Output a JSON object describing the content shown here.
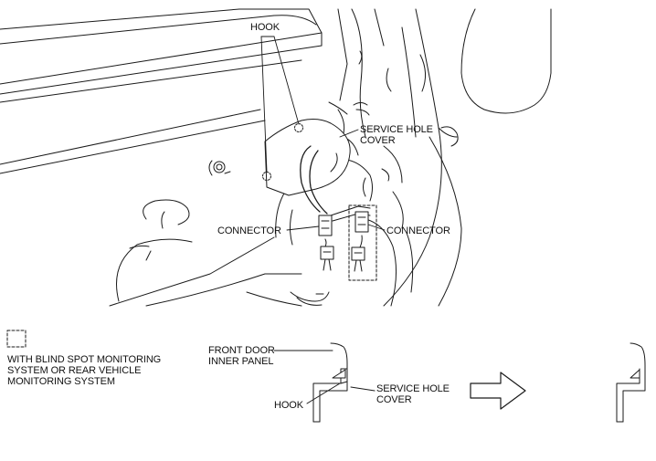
{
  "labels": {
    "hook_top": "HOOK",
    "service_hole_cover_top": "SERVICE HOLE\nCOVER",
    "connector_left": "CONNECTOR",
    "connector_right": "CONNECTOR",
    "legend_text": "WITH BLIND SPOT MONITORING\nSYSTEM OR REAR VEHICLE\nMONITORING SYSTEM",
    "front_door_inner_panel": "FRONT DOOR\nINNER PANEL",
    "hook_bottom": "HOOK",
    "service_hole_cover_bottom": "SERVICE HOLE\nCOVER"
  },
  "colors": {
    "line": "#1a1a1a",
    "background": "#ffffff"
  },
  "icons": {
    "arrow": "right-arrow-icon",
    "legend_box": "dashed-box-icon"
  }
}
